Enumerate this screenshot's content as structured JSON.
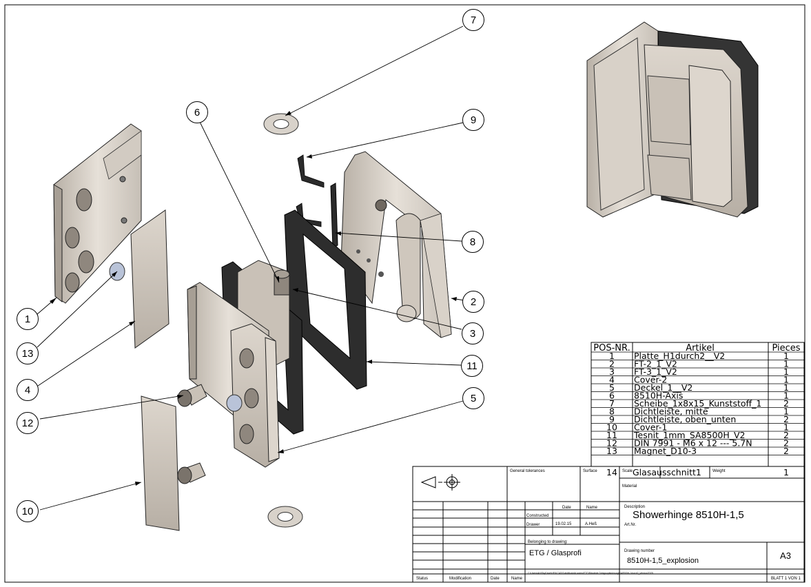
{
  "balloons": [
    {
      "num": "1"
    },
    {
      "num": "2"
    },
    {
      "num": "3"
    },
    {
      "num": "4"
    },
    {
      "num": "5"
    },
    {
      "num": "6"
    },
    {
      "num": "7"
    },
    {
      "num": "8"
    },
    {
      "num": "9"
    },
    {
      "num": "10"
    },
    {
      "num": "11"
    },
    {
      "num": "12"
    },
    {
      "num": "13"
    }
  ],
  "bom": {
    "headers": {
      "pos": "POS-NR.",
      "article": "Artikel",
      "pieces": "Pieces"
    },
    "rows": [
      {
        "pos": "1",
        "article": "Platte_H1durch2__V2",
        "pieces": "1"
      },
      {
        "pos": "2",
        "article": "FT-2_1_V2",
        "pieces": "1"
      },
      {
        "pos": "3",
        "article": "FT-3_1_V2",
        "pieces": "1"
      },
      {
        "pos": "4",
        "article": "Cover-2",
        "pieces": "1"
      },
      {
        "pos": "5",
        "article": "Deckel_1__V2",
        "pieces": "1"
      },
      {
        "pos": "6",
        "article": "8510H-Axis",
        "pieces": "1"
      },
      {
        "pos": "7",
        "article": "Scheibe_1x8x15_Kunststoff_1",
        "pieces": "2"
      },
      {
        "pos": "8",
        "article": "Dichtleiste, mitte",
        "pieces": "1"
      },
      {
        "pos": "9",
        "article": "Dichtleiste, oben_unten",
        "pieces": "2"
      },
      {
        "pos": "10",
        "article": "Cover-1",
        "pieces": "1"
      },
      {
        "pos": "11",
        "article": "Tesnit_1mm_SA8500H_V2",
        "pieces": "2"
      },
      {
        "pos": "12",
        "article": "DIN 7991 - M6 x 12 --- 5.7N",
        "pieces": "2"
      },
      {
        "pos": "13",
        "article": "Magnet_D10-3",
        "pieces": "2"
      },
      {
        "pos": "14",
        "article": "Glasausschnitt1",
        "pieces": "1"
      }
    ]
  },
  "title_block": {
    "general_tolerances": "General tolerances",
    "surface": "Surface",
    "scale": "Scale",
    "weight": "Weight",
    "material": "Material",
    "date_label": "Date",
    "name_label": "Name",
    "constructed": "Constructed",
    "drawer": "Drawer",
    "drawer_date": "19.02.15",
    "drawer_name": "A.Heß",
    "belonging": "Belonging to drawing:",
    "company": "ETG / Glasprofi",
    "description_label": "Description",
    "description": "Showerhinge 8510H-1,5",
    "art_nr": "Art.Nr.",
    "drawing_number_label": "Drawing number",
    "drawing_number": "8510H-1,5_explosion",
    "format": "A3",
    "status": "Status",
    "modification": "Modification",
    "date_col": "Date",
    "name_col": "Name",
    "file_path": "C:\\Users\\AH\\SkyDrive\\HEK\\CAD\\SolidWorks\\Kunden\\ETG\\Bänderle Designoptimierung\\SA8500H-1durch2_Version2015\\",
    "sheet": "BLATT 1 VON 1"
  }
}
